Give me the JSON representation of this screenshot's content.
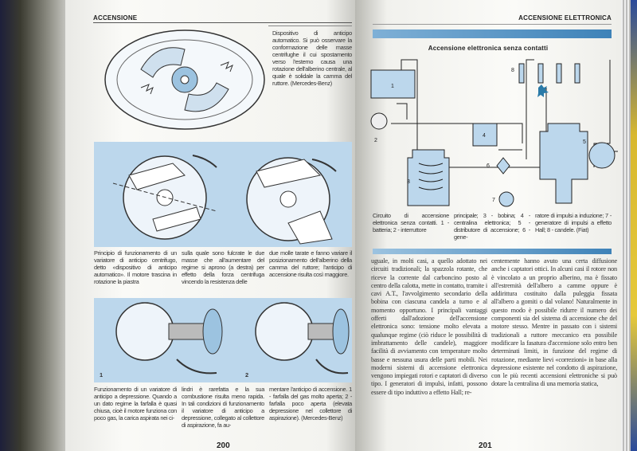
{
  "left_page": {
    "header": "ACCENSIONE",
    "caption_top": "Dispositivo di anticipo automatico. Si può osservare la conformazione delle masse centrifughe il cui spostamento verso l'esterno causa una rotazione dell'alberino centrale, al quale è solidale la camma del ruttore. (Mercedes-Benz)",
    "caption_middle": [
      "Principio di funzionamento di un variatore di anticipo centrifugo, detto «dispositivo di anticipo automatico». Il motore trascina in rotazione la piastra",
      "sulla quale sono fulcrate le due masse che all'aumentare del regime si aprono (a destra) per effetto della forza centrifuga vincendo la resistenza delle",
      "due molle tarate e fanno variare il posizionamento dell'alberino della camma del ruttore; l'anticipo di accensione risulta così maggiore."
    ],
    "figure_labels": [
      "1",
      "2"
    ],
    "caption_bottom": [
      "Funzionamento di un variatore di anticipo a depressione. Quando a un dato regime la farfalla è quasi chiusa, cioè il motore funziona con poco gas, la carica aspirata nei ci-",
      "lindri è rarefatta e la sua combustione risulta meno rapida. In tali condizioni di funzionamento il variatore di anticipo a depressione, collegato al collettore di aspirazione, fa au-",
      "mentare l'anticipo di accensione. 1 - farfalla del gas molto aperta; 2 - farfalla poco aperta (elevata depressione nel collettore di aspirazione). (Mercedes-Benz)"
    ],
    "page_number": "200"
  },
  "right_page": {
    "header": "ACCENSIONE ELETTRONICA",
    "diagram_title": "Accensione elettronica senza contatti",
    "diagram_labels": [
      "1",
      "2",
      "3",
      "4",
      "5",
      "6",
      "7",
      "8"
    ],
    "caption": [
      "Circuito di accensione elettronica senza contatti. 1 - batteria; 2 - interruttore",
      "principale; 3 - bobina; 4 - centralina elettronica; 5 - distributore di accensione; 6 - gene-",
      "ratore di impulsi a induzione; 7 - generatore di impulsi a effetto Hall; 8 - candele. (Fiat)"
    ],
    "body": [
      "uguale, in molti casi, a quello adottato nei circuiti tradizionali; la spazzola rotante, che riceve la corrente dal carboncino posto al centro della calotta, mette in contatto, tramite i cavi A.T., l'avvolgimento secondario della bobina con ciascuna candela a turno e al momento opportuno. I principali vantaggi offerti dall'adozione dell'accensione elettronica sono: tensione molto elevata a qualunque regime (ciò riduce le possibilità di imbrattamento delle candele), maggiore facilità di avviamento con temperature molto basse e nessuna usura delle parti mobili. Nei moderni sistemi di accensione elettronica vengono impiegati rotori e captatori di diverso tipo. I generatori di impulsi, infatti, possono essere di tipo induttivo a effetto Hall; re-",
      "centemente hanno avuto una certa diffusione anche i captatori ottici. In alcuni casi il rotore non è vincolato a un proprio alberino, ma è fissato all'estremità dell'albero a camme oppure è addirittura costituito dalla puleggia fissata all'albero a gomiti o dal volano! Naturalmente in questo modo è possibile ridurre il numero dei componenti sia del sistema di accensione che del motore stesso. Mentre in passato con i sistemi tradizionali a ruttore meccanico era possibile modificare la fasatura d'accensione solo entro ben determinati limiti, in funzione del regime di rotazione, mediante lievi «correzioni» in base alla depressione esistente nel condotto di aspirazione, con le più recenti accensioni elettroniche si può dotare la centralina di una memoria statica,"
    ],
    "page_number": "201"
  },
  "colors": {
    "panel": "#bcd7ec",
    "bar": "#4a8fc0"
  }
}
